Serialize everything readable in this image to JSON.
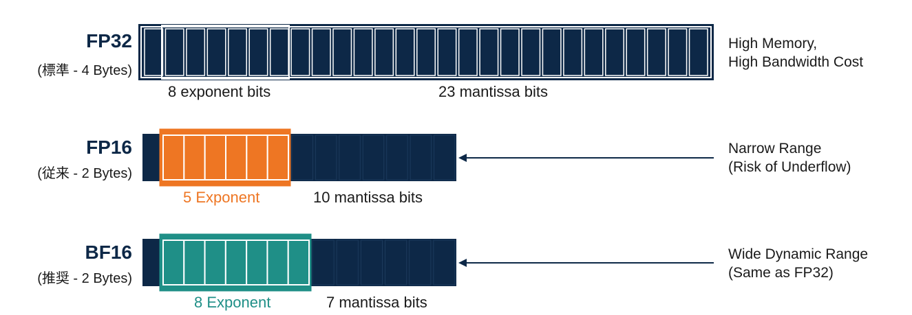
{
  "colors": {
    "navy": "#0d2847",
    "orange": "#ee7623",
    "teal": "#1f8f87",
    "line": "#ffffff"
  },
  "formats": [
    {
      "name": "FP32",
      "subtitle": "(標準 - 4 Bytes)",
      "exponent_label": "8 exponent bits",
      "mantissa_label": "23 mantissa bits",
      "note": [
        "High Memory,",
        "High Bandwidth Cost"
      ]
    },
    {
      "name": "FP16",
      "subtitle": "(従来 - 2 Bytes)",
      "exponent_label": "5 Exponent",
      "mantissa_label": "10 mantissa bits",
      "note": [
        "Narrow Range",
        "(Risk of Underflow)"
      ]
    },
    {
      "name": "BF16",
      "subtitle": "(推奨 - 2 Bytes)",
      "exponent_label": "8 Exponent",
      "mantissa_label": "7 mantissa bits",
      "note": [
        "Wide Dynamic Range",
        "(Same as FP32)"
      ]
    }
  ]
}
